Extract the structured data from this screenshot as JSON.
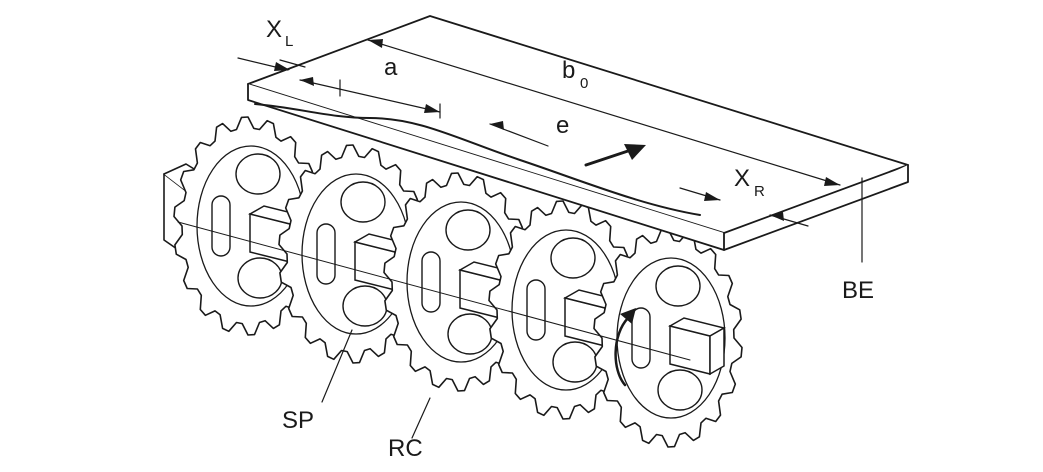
{
  "labels": {
    "xl_main": "X",
    "xl_sub": "L",
    "a": "a",
    "b_main": "b",
    "b_sub": "0",
    "e": "e",
    "xr_main": "X",
    "xr_sub": "R",
    "be": "BE",
    "sp": "SP",
    "rc": "RC"
  },
  "colors": {
    "line": "#1a1a1a",
    "background": "#ffffff"
  },
  "counts": {
    "sprockets": 5,
    "teeth_per_sprocket": 18
  }
}
